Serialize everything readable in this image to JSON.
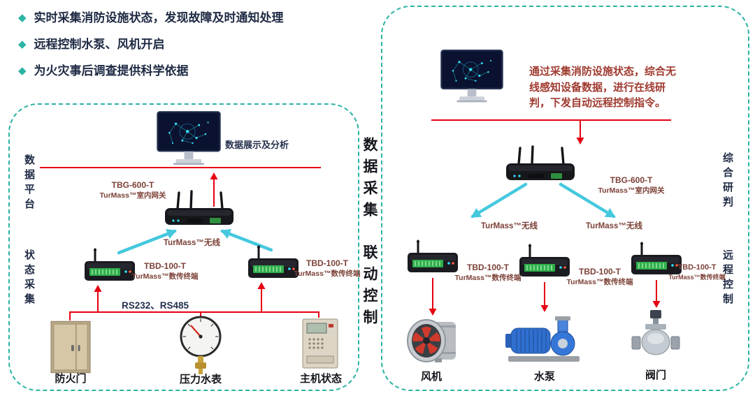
{
  "colors": {
    "teal": "#2bb3a3",
    "red": "#e60012",
    "cyan": "#45c8de",
    "dark_text": "#1e2a44",
    "model_text": "#7c4137",
    "description_text": "#a03a30"
  },
  "icons": {
    "diamond": "◆"
  },
  "bullets": {
    "items": [
      "实时采集消防设施状态，发现故障及时通知处理",
      "远程控制水泵、风机开启",
      "为火灾事后调查提供科学依据"
    ]
  },
  "left_panel": {
    "side_label_top": "数据平台",
    "side_label_bottom": "状态采集",
    "monitor_caption": "数据展示及分析",
    "gateway_model": "TBG-600-T",
    "gateway_name": "TurMass™室内网关",
    "wireless_label": "TurMass™无线",
    "terminal1_model": "TBD-100-T",
    "terminal1_name": "TurMass™数传终端",
    "terminal2_model": "TBD-100-T",
    "terminal2_name": "TurMass™数传终端",
    "bus_label": "RS232、RS485",
    "device1": "防火门",
    "device2": "压力水表",
    "device3": "主机状态"
  },
  "divider": {
    "top": "数据采集",
    "bottom": "联动控制"
  },
  "right_panel": {
    "description": "通过采集消防设施状态，综合无线感知设备数据，进行在线研判，下发自动远程控制指令。",
    "side_label_top": "综合研判",
    "side_label_bottom": "远程控制",
    "gateway_model": "TBG-600-T",
    "gateway_name": "TurMass™室内网关",
    "wireless_label_left": "TurMass™无线",
    "wireless_label_right": "TurMass™无线",
    "terminal1_model": "TBD-100-T",
    "terminal1_name": "TurMass™数传终端",
    "terminal2_model": "TBD-100-T",
    "terminal2_name": "TurMass™数传终端",
    "terminal3_model": "TBD-100-T",
    "terminal3_name": "TurMass™数传终端",
    "device1": "风机",
    "device2": "水泵",
    "device3": "阀门"
  }
}
